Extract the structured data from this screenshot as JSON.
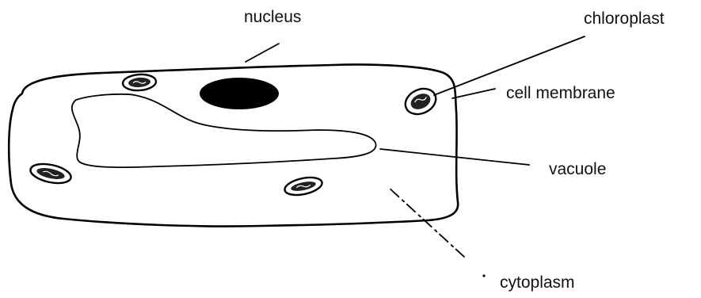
{
  "labels": {
    "nucleus": "nucleus",
    "chloroplast": "chloroplast",
    "cell_membrane": "cell membrane",
    "vacuole": "vacuole",
    "cytoplasm": "cytoplasm"
  },
  "colors": {
    "ink": "#000000",
    "background": "#ffffff"
  }
}
